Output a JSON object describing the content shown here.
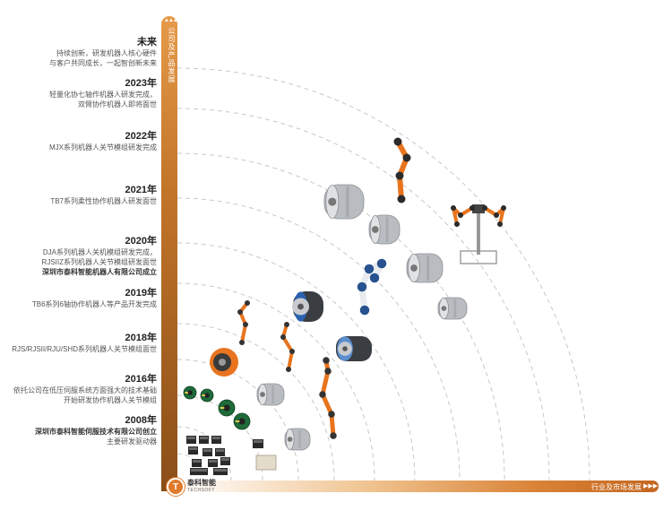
{
  "vertical_axis_label": "公司及产品发展",
  "vertical_axis_arrows": "▲▲▲",
  "horizontal_axis_label": "行业及市场发展",
  "horizontal_axis_arrows": "▶▶▶",
  "logo": {
    "cn": "泰科智能",
    "en": "TECHSOFT",
    "mark": "T"
  },
  "timeline": [
    {
      "year": "未来",
      "lines": [
        {
          "t": "持续创新，研发机器人核心硬件",
          "b": false
        },
        {
          "t": "与客户共同成长，一起智创新未来",
          "b": false
        }
      ]
    },
    {
      "year": "2023年",
      "lines": [
        {
          "t": "轻量化协七轴作机器人研发完成，",
          "b": false
        },
        {
          "t": "双臂协作机器人即将面世",
          "b": false
        }
      ]
    },
    {
      "year": "2022年",
      "lines": [
        {
          "t": "MJX系列机器人关节模组研发完成",
          "b": false
        }
      ]
    },
    {
      "year": "2021年",
      "lines": [
        {
          "t": "TB7系列柔性协作机器人研发面世",
          "b": false
        }
      ]
    },
    {
      "year": "2020年",
      "lines": [
        {
          "t": "DJA系列机器人关机模组研发完成，",
          "b": false
        },
        {
          "t": "RJSIIZ系列机器人关节模组研发面世",
          "b": false
        },
        {
          "t": "深圳市泰科智能机器人有限公司成立",
          "b": true
        }
      ]
    },
    {
      "year": "2019年",
      "lines": [
        {
          "t": "TB6系列6轴协作机器人等产品开发完成",
          "b": false
        }
      ]
    },
    {
      "year": "2018年",
      "lines": [
        {
          "t": "RJS/RJSII/RJU/SHD系列机器人关节模组面世",
          "b": false
        }
      ]
    },
    {
      "year": "2016年",
      "lines": [
        {
          "t": "依托公司在低压伺服系统方面强大的技术基础",
          "b": false
        },
        {
          "t": "开始研发协作机器人关节模组",
          "b": false
        }
      ]
    },
    {
      "year": "2008年",
      "lines": [
        {
          "t": "深圳市泰科智能伺服技术有限公司创立",
          "b": true
        },
        {
          "t": "主要研发驱动器",
          "b": false
        }
      ]
    }
  ],
  "colors": {
    "accent": "#d97a2a",
    "arc": "#c8c8c8",
    "robot_orange": "#e8741e",
    "robot_dark": "#2b2b2b",
    "motor_silver": "#b9bcc0"
  }
}
